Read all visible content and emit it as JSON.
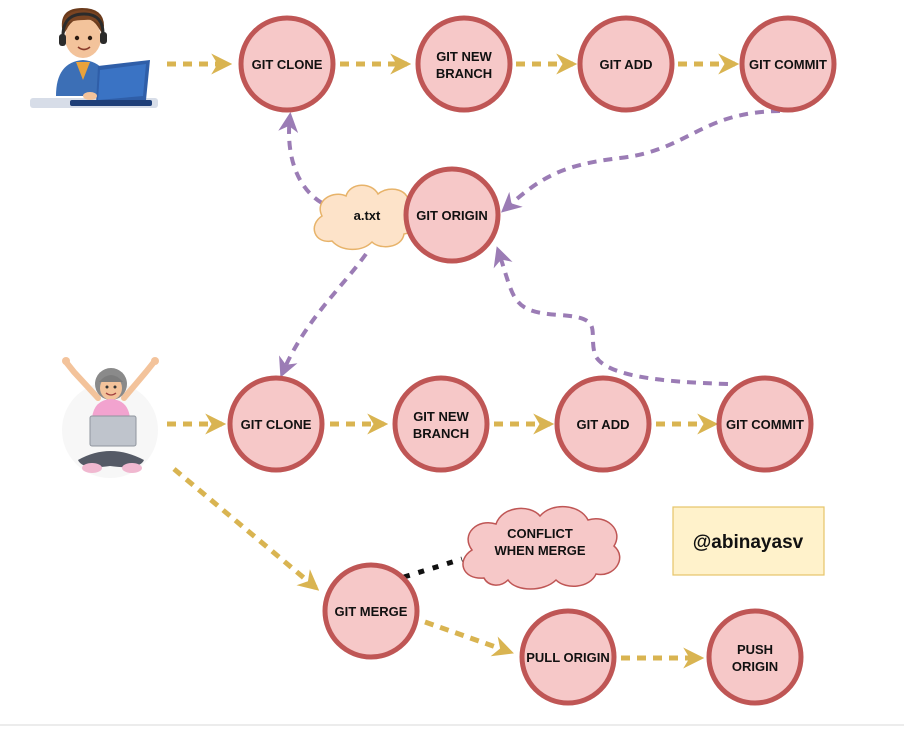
{
  "nodes": {
    "top_clone": "GIT CLONE",
    "top_branch": [
      "GIT NEW",
      "BRANCH"
    ],
    "top_add": "GIT ADD",
    "top_commit": "GIT COMMIT",
    "origin": "GIT ORIGIN",
    "bottom_clone": "GIT CLONE",
    "bottom_branch": [
      "GIT NEW",
      "BRANCH"
    ],
    "bottom_add": "GIT ADD",
    "bottom_commit": "GIT COMMIT",
    "merge": "GIT MERGE",
    "pull": "PULL ORIGIN",
    "push": [
      "PUSH",
      "ORIGIN"
    ]
  },
  "clouds": {
    "file": "a.txt",
    "conflict": [
      "CONFLICT",
      "WHEN MERGE"
    ]
  },
  "watermark": "@abinayasv",
  "colors": {
    "node_fill": "#f6c8c8",
    "node_stroke": "#bf5655",
    "yellow_arrow": "#d9b451",
    "purple_arrow": "#9b7cb5"
  },
  "icons": [
    "developer-laptop-icon",
    "girl-laptop-icon"
  ]
}
